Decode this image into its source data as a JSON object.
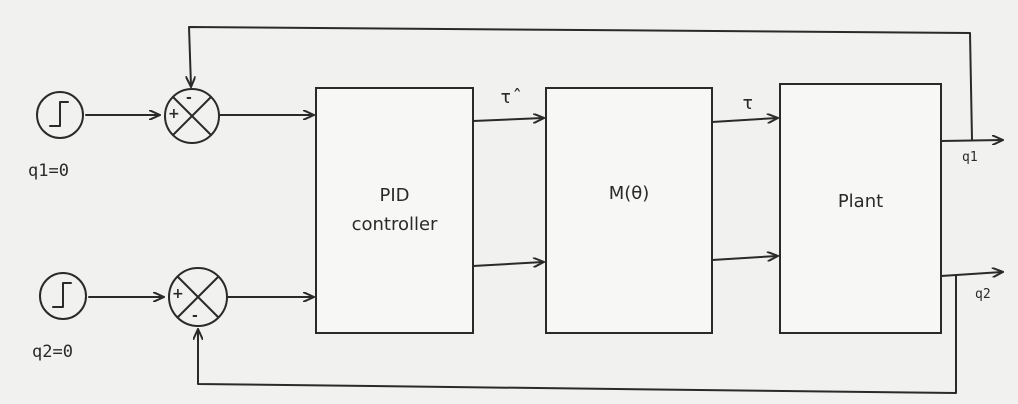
{
  "inputs": [
    {
      "label": "q1=0"
    },
    {
      "label": "q2=0"
    }
  ],
  "summers": [
    {
      "top_sign": "-",
      "left_sign": "+"
    },
    {
      "top_sign": "+",
      "bottom_sign": "-"
    }
  ],
  "blocks": {
    "pid": {
      "line1": "PID",
      "line2": "controller"
    },
    "m": {
      "label": "M(θ)"
    },
    "plant": {
      "label": "Plant"
    }
  },
  "signals": {
    "tau_hat": "τ̂",
    "tau": "τ",
    "out1": "q1",
    "out2": "q2"
  },
  "colors": {
    "ink": "#2a2a2a",
    "paper": "#f1f1ef"
  }
}
